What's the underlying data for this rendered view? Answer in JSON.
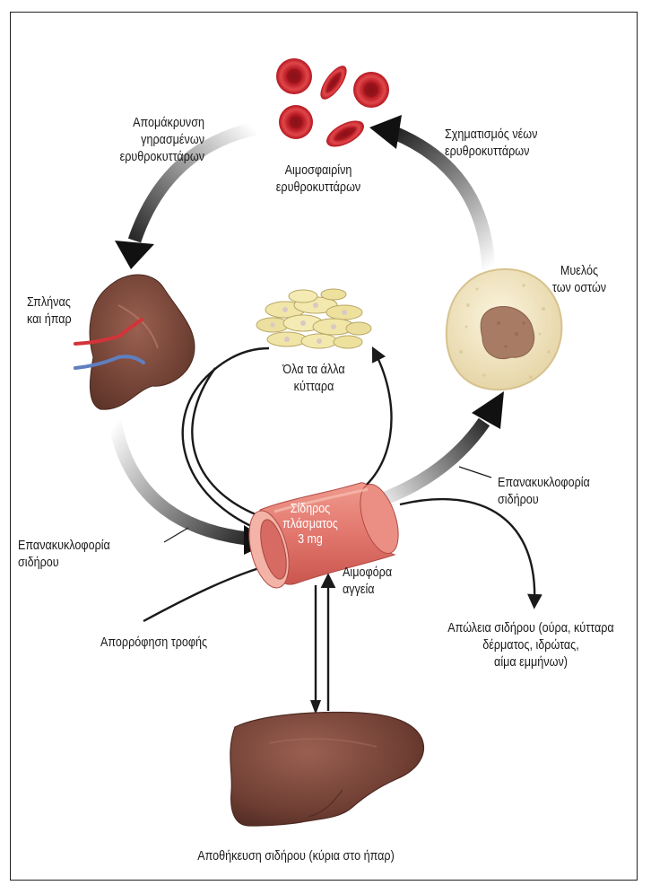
{
  "labels": {
    "rbc": "Αιμοσφαιρίνη\nερυθροκυττάρων",
    "removal": "Απομάκρυνση\nγηρασμένων\nερυθροκυττάρων",
    "formation": "Σχηματισμός νέων\nερυθροκυττάρων",
    "spleen": "Σπλήνας\nκαι ήπαρ",
    "marrow": "Μυελός\nτων οστών",
    "other_cells": "Όλα τα άλλα\nκύτταρα",
    "recirc_left": "Επανακυκλοφορία\nσιδήρου",
    "recirc_right": "Επανακυκλοφορία\nσιδήρου",
    "plasma_iron": "Σίδηρος\nπλάσματος\n3 mg",
    "vessels": "Αιμοφόρα\nαγγεία",
    "iron_loss": "Απώλεια σιδήρου (ούρα, κύτταρα\nδέρματος, ιδρώτας,\nαίμα εμμήνων)",
    "absorption": "Απορρόφηση τροφής",
    "storage": "Αποθήκευση σιδήρου (κύρια στο ήπαρ)"
  },
  "colors": {
    "rbc": "#c8242c",
    "vessel": "#e2776e",
    "organ": "#7d4a3e",
    "marrow_core": "#a77b64",
    "bone": "#f1e6c4",
    "arrow": "#1a1a1a"
  }
}
